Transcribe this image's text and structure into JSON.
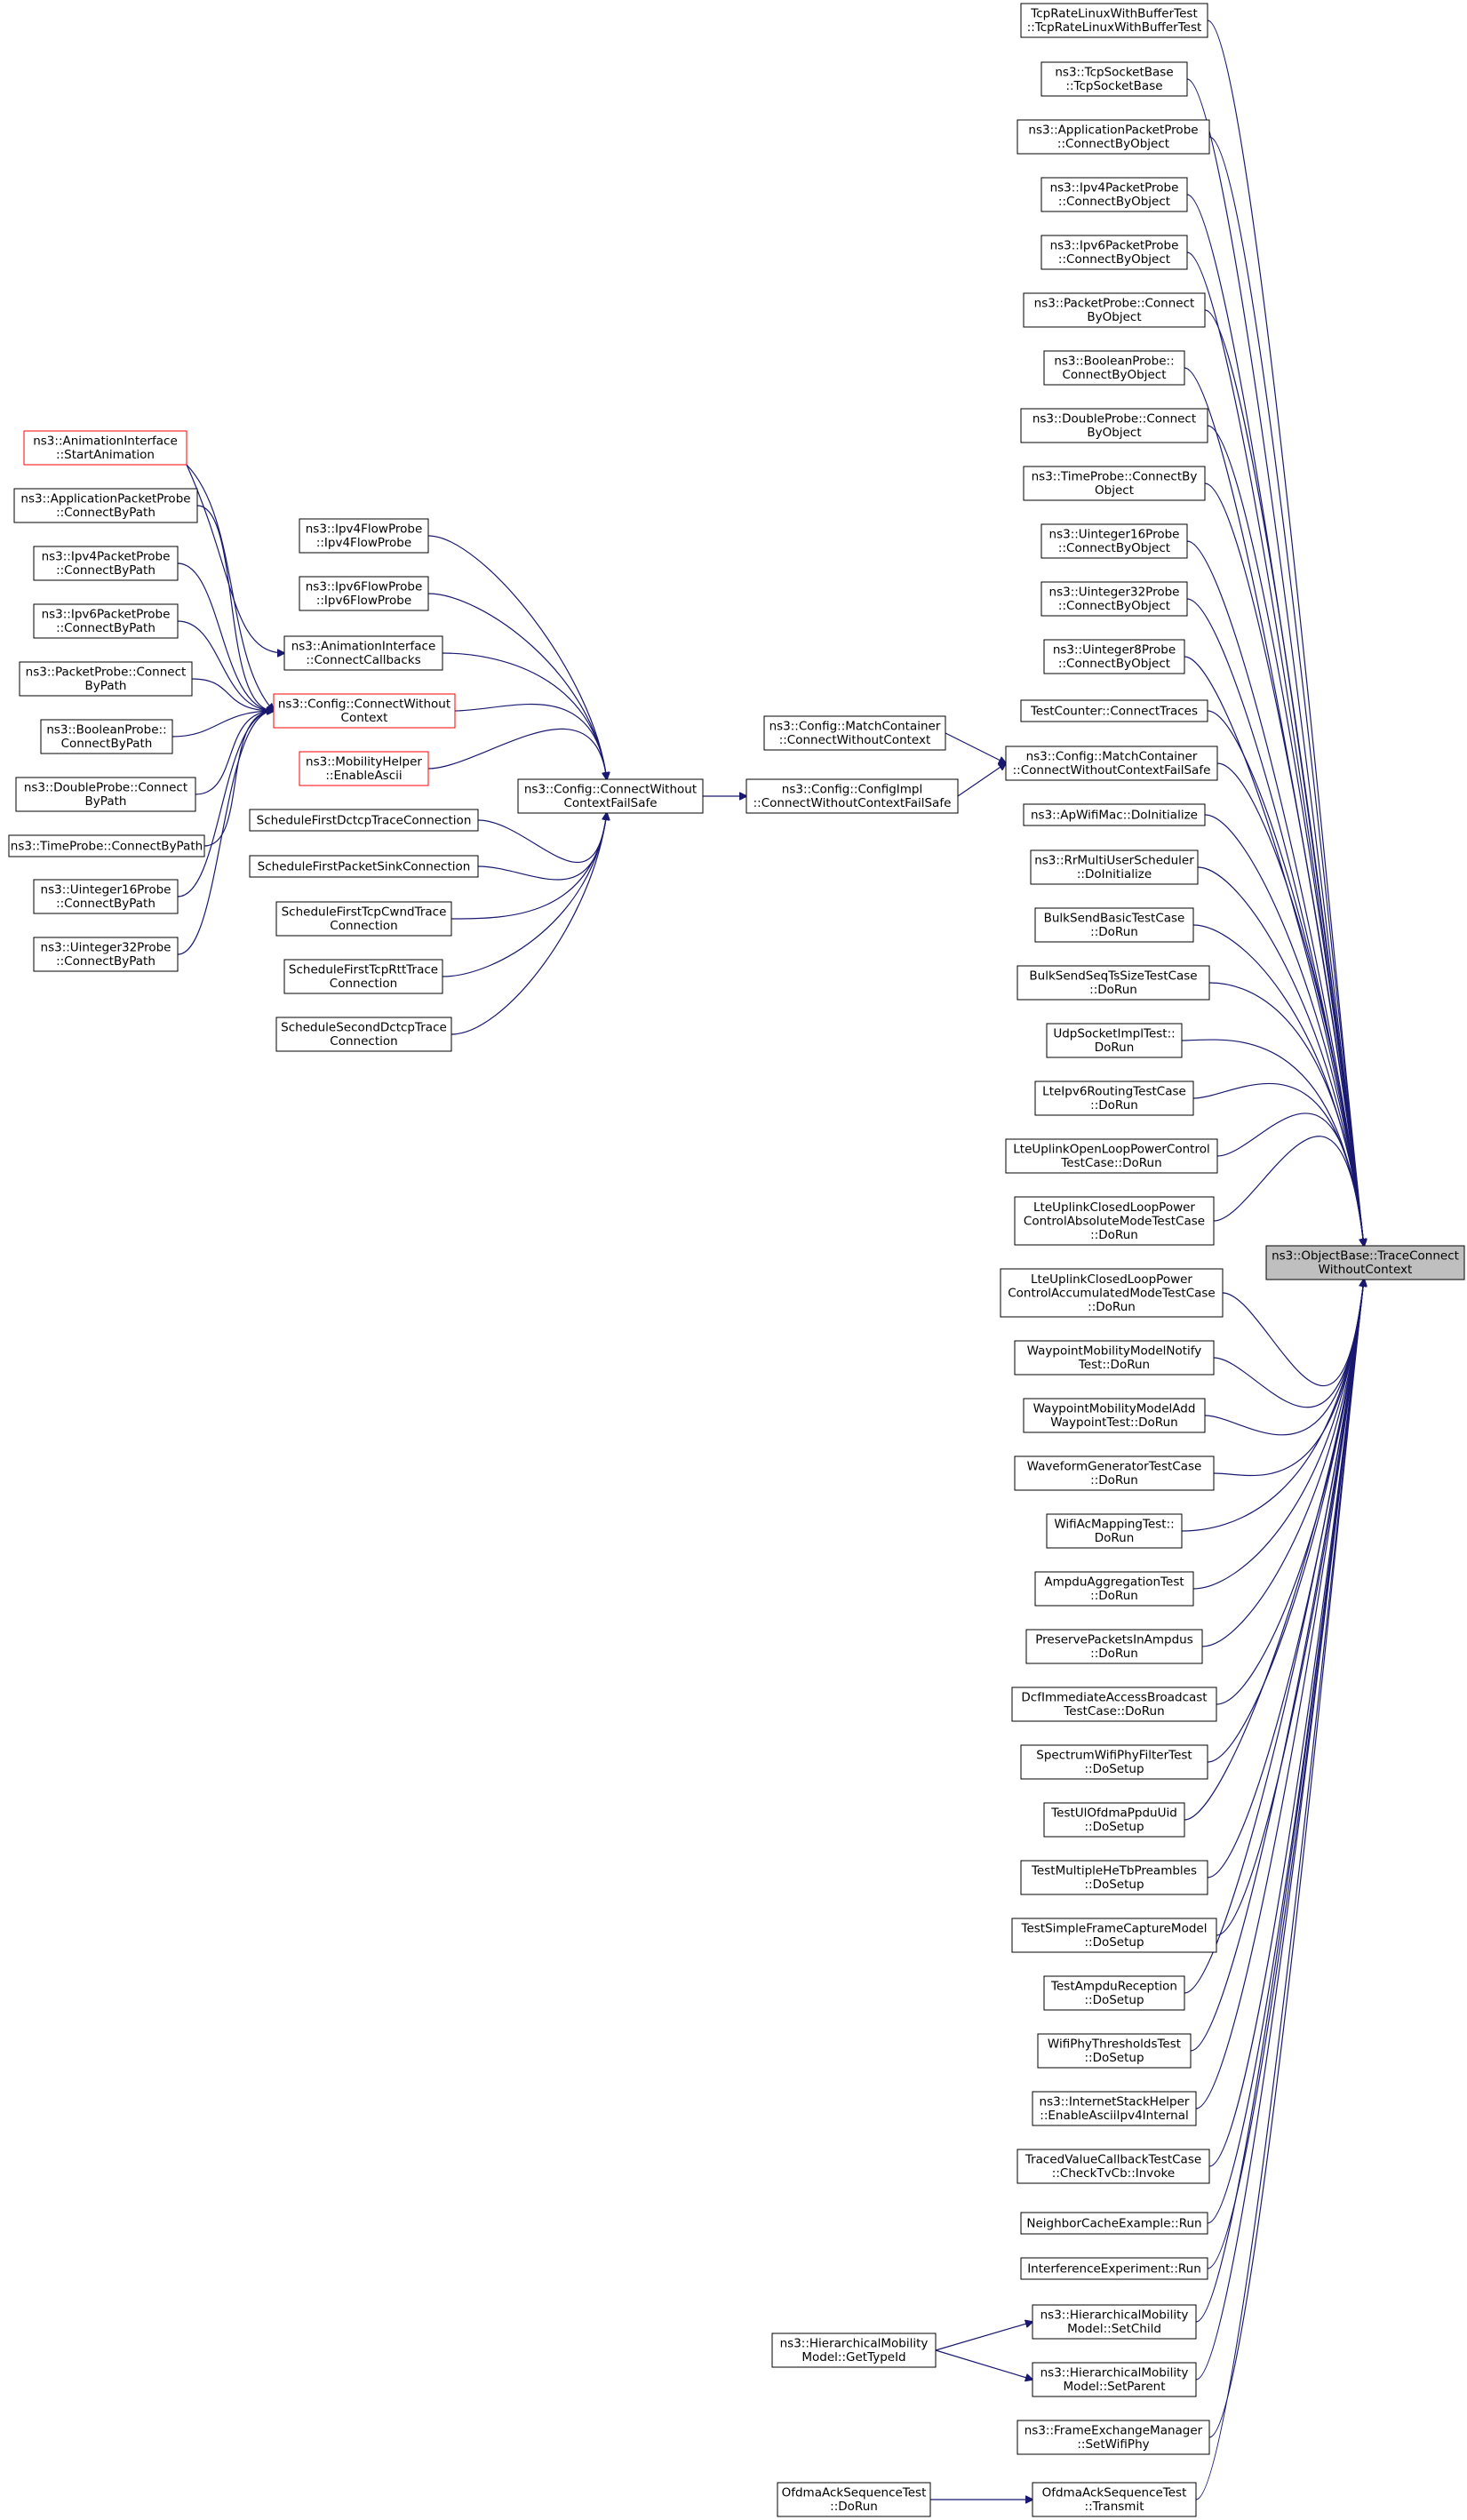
{
  "colors": {
    "edge": "#191970",
    "node_border": "#000000",
    "highlight_border": "#ff0000",
    "focus_fill": "#bfbfbf",
    "node_fill": "#ffffff"
  },
  "nodes": {
    "n_tcprate": {
      "lines": [
        "TcpRateLinuxWithBufferTest",
        "::TcpRateLinuxWithBufferTest"
      ]
    },
    "n_tcpsocketbase": {
      "lines": [
        "ns3::TcpSocketBase",
        "::TcpSocketBase"
      ]
    },
    "n_apppktprobe_obj": {
      "lines": [
        "ns3::ApplicationPacketProbe",
        "::ConnectByObject"
      ]
    },
    "n_ipv4pktprobe_obj": {
      "lines": [
        "ns3::Ipv4PacketProbe",
        "::ConnectByObject"
      ]
    },
    "n_ipv6pktprobe_obj": {
      "lines": [
        "ns3::Ipv6PacketProbe",
        "::ConnectByObject"
      ]
    },
    "n_pktprobe_obj": {
      "lines": [
        "ns3::PacketProbe::Connect",
        "ByObject"
      ]
    },
    "n_boolprobe_obj": {
      "lines": [
        "ns3::BooleanProbe::",
        "ConnectByObject"
      ]
    },
    "n_doubleprobe_obj": {
      "lines": [
        "ns3::DoubleProbe::Connect",
        "ByObject"
      ]
    },
    "n_timeprobe_obj": {
      "lines": [
        "ns3::TimeProbe::ConnectBy",
        "Object"
      ]
    },
    "n_u16probe_obj": {
      "lines": [
        "ns3::Uinteger16Probe",
        "::ConnectByObject"
      ]
    },
    "n_u32probe_obj": {
      "lines": [
        "ns3::Uinteger32Probe",
        "::ConnectByObject"
      ]
    },
    "n_u8probe_obj": {
      "lines": [
        "ns3::Uinteger8Probe",
        "::ConnectByObject"
      ]
    },
    "n_testcounter": {
      "lines": [
        "TestCounter::ConnectTraces"
      ]
    },
    "n_mc_cwcfs": {
      "lines": [
        "ns3::Config::MatchContainer",
        "::ConnectWithoutContextFailSafe"
      ]
    },
    "n_mc_cwc": {
      "lines": [
        "ns3::Config::MatchContainer",
        "::ConnectWithoutContext"
      ]
    },
    "n_cfgimpl_cwcfs": {
      "lines": [
        "ns3::Config::ConfigImpl",
        "::ConnectWithoutContextFailSafe"
      ]
    },
    "n_cfg_cwcfs": {
      "lines": [
        "ns3::Config::ConnectWithout",
        "ContextFailSafe"
      ]
    },
    "n_ipv4flowprobe": {
      "lines": [
        "ns3::Ipv4FlowProbe",
        "::Ipv4FlowProbe"
      ]
    },
    "n_ipv6flowprobe": {
      "lines": [
        "ns3::Ipv6FlowProbe",
        "::Ipv6FlowProbe"
      ]
    },
    "n_anim_cc": {
      "lines": [
        "ns3::AnimationInterface",
        "::ConnectCallbacks"
      ]
    },
    "n_cfg_cwc": {
      "lines": [
        "ns3::Config::ConnectWithout",
        "Context"
      ]
    },
    "n_mobhelper": {
      "lines": [
        "ns3::MobilityHelper",
        "::EnableAscii"
      ]
    },
    "n_sched_dctcp": {
      "lines": [
        "ScheduleFirstDctcpTraceConnection"
      ]
    },
    "n_sched_sink": {
      "lines": [
        "ScheduleFirstPacketSinkConnection"
      ]
    },
    "n_sched_cwnd": {
      "lines": [
        "ScheduleFirstTcpCwndTrace",
        "Connection"
      ]
    },
    "n_sched_rtt": {
      "lines": [
        "ScheduleFirstTcpRttTrace",
        "Connection"
      ]
    },
    "n_sched_dctcp2": {
      "lines": [
        "ScheduleSecondDctcpTrace",
        "Connection"
      ]
    },
    "n_anim_start": {
      "lines": [
        "ns3::AnimationInterface",
        "::StartAnimation"
      ]
    },
    "n_apppktprobe_path": {
      "lines": [
        "ns3::ApplicationPacketProbe",
        "::ConnectByPath"
      ]
    },
    "n_ipv4pktprobe_path": {
      "lines": [
        "ns3::Ipv4PacketProbe",
        "::ConnectByPath"
      ]
    },
    "n_ipv6pktprobe_path": {
      "lines": [
        "ns3::Ipv6PacketProbe",
        "::ConnectByPath"
      ]
    },
    "n_pktprobe_path": {
      "lines": [
        "ns3::PacketProbe::Connect",
        "ByPath"
      ]
    },
    "n_boolprobe_path": {
      "lines": [
        "ns3::BooleanProbe::",
        "ConnectByPath"
      ]
    },
    "n_doubleprobe_path": {
      "lines": [
        "ns3::DoubleProbe::Connect",
        "ByPath"
      ]
    },
    "n_timeprobe_path": {
      "lines": [
        "ns3::TimeProbe::ConnectByPath"
      ]
    },
    "n_u16probe_path": {
      "lines": [
        "ns3::Uinteger16Probe",
        "::ConnectByPath"
      ]
    },
    "n_u32probe_path": {
      "lines": [
        "ns3::Uinteger32Probe",
        "::ConnectByPath"
      ]
    },
    "n_apwifimac": {
      "lines": [
        "ns3::ApWifiMac::DoInitialize"
      ]
    },
    "n_rrmulti": {
      "lines": [
        "ns3::RrMultiUserScheduler",
        "::DoInitialize"
      ]
    },
    "n_bulksendbasic": {
      "lines": [
        "BulkSendBasicTestCase",
        "::DoRun"
      ]
    },
    "n_bulksendseq": {
      "lines": [
        "BulkSendSeqTsSizeTestCase",
        "::DoRun"
      ]
    },
    "n_udpsocket": {
      "lines": [
        "UdpSocketImplTest::",
        "DoRun"
      ]
    },
    "n_lteipv6": {
      "lines": [
        "LteIpv6RoutingTestCase",
        "::DoRun"
      ]
    },
    "n_lteopen": {
      "lines": [
        "LteUplinkOpenLoopPowerControl",
        "TestCase::DoRun"
      ]
    },
    "n_lteclosedabs": {
      "lines": [
        "LteUplinkClosedLoopPower",
        "ControlAbsoluteModeTestCase",
        "::DoRun"
      ]
    },
    "n_lteclosedacc": {
      "lines": [
        "LteUplinkClosedLoopPower",
        "ControlAccumulatedModeTestCase",
        "::DoRun"
      ]
    },
    "n_focus": {
      "lines": [
        "ns3::ObjectBase::TraceConnect",
        "WithoutContext"
      ]
    },
    "n_waypointnotify": {
      "lines": [
        "WaypointMobilityModelNotify",
        "Test::DoRun"
      ]
    },
    "n_waypointadd": {
      "lines": [
        "WaypointMobilityModelAdd",
        "WaypointTest::DoRun"
      ]
    },
    "n_waveform": {
      "lines": [
        "WaveformGeneratorTestCase",
        "::DoRun"
      ]
    },
    "n_wifiacmap": {
      "lines": [
        "WifiAcMappingTest::",
        "DoRun"
      ]
    },
    "n_ampduagg": {
      "lines": [
        "AmpduAggregationTest",
        "::DoRun"
      ]
    },
    "n_preserve": {
      "lines": [
        "PreservePacketsInAmpdus",
        "::DoRun"
      ]
    },
    "n_dcfimm": {
      "lines": [
        "DcfImmediateAccessBroadcast",
        "TestCase::DoRun"
      ]
    },
    "n_spectrumfilter": {
      "lines": [
        "SpectrumWifiPhyFilterTest",
        "::DoSetup"
      ]
    },
    "n_testulofdma": {
      "lines": [
        "TestUlOfdmaPpduUid",
        "::DoSetup"
      ]
    },
    "n_testmultiple": {
      "lines": [
        "TestMultipleHeTbPreambles",
        "::DoSetup"
      ]
    },
    "n_testsimple": {
      "lines": [
        "TestSimpleFrameCaptureModel",
        "::DoSetup"
      ]
    },
    "n_testampdurx": {
      "lines": [
        "TestAmpduReception",
        "::DoSetup"
      ]
    },
    "n_wifiphythresh": {
      "lines": [
        "WifiPhyThresholdsTest",
        "::DoSetup"
      ]
    },
    "n_inetstack": {
      "lines": [
        "ns3::InternetStackHelper",
        "::EnableAsciiIpv4Internal"
      ]
    },
    "n_tracedvalue": {
      "lines": [
        "TracedValueCallbackTestCase",
        "::CheckTvCb::Invoke"
      ]
    },
    "n_neighbor": {
      "lines": [
        "NeighborCacheExample::Run"
      ]
    },
    "n_interference": {
      "lines": [
        "InterferenceExperiment::Run"
      ]
    },
    "n_hier_setchild": {
      "lines": [
        "ns3::HierarchicalMobility",
        "Model::SetChild"
      ]
    },
    "n_hier_gettypeid": {
      "lines": [
        "ns3::HierarchicalMobility",
        "Model::GetTypeId"
      ]
    },
    "n_hier_setparent": {
      "lines": [
        "ns3::HierarchicalMobility",
        "Model::SetParent"
      ]
    },
    "n_frameexch": {
      "lines": [
        "ns3::FrameExchangeManager",
        "::SetWifiPhy"
      ]
    },
    "n_ofdma_transmit": {
      "lines": [
        "OfdmaAckSequenceTest",
        "::Transmit"
      ]
    },
    "n_ofdma_dorun": {
      "lines": [
        "OfdmaAckSequenceTest",
        "::DoRun"
      ]
    }
  }
}
